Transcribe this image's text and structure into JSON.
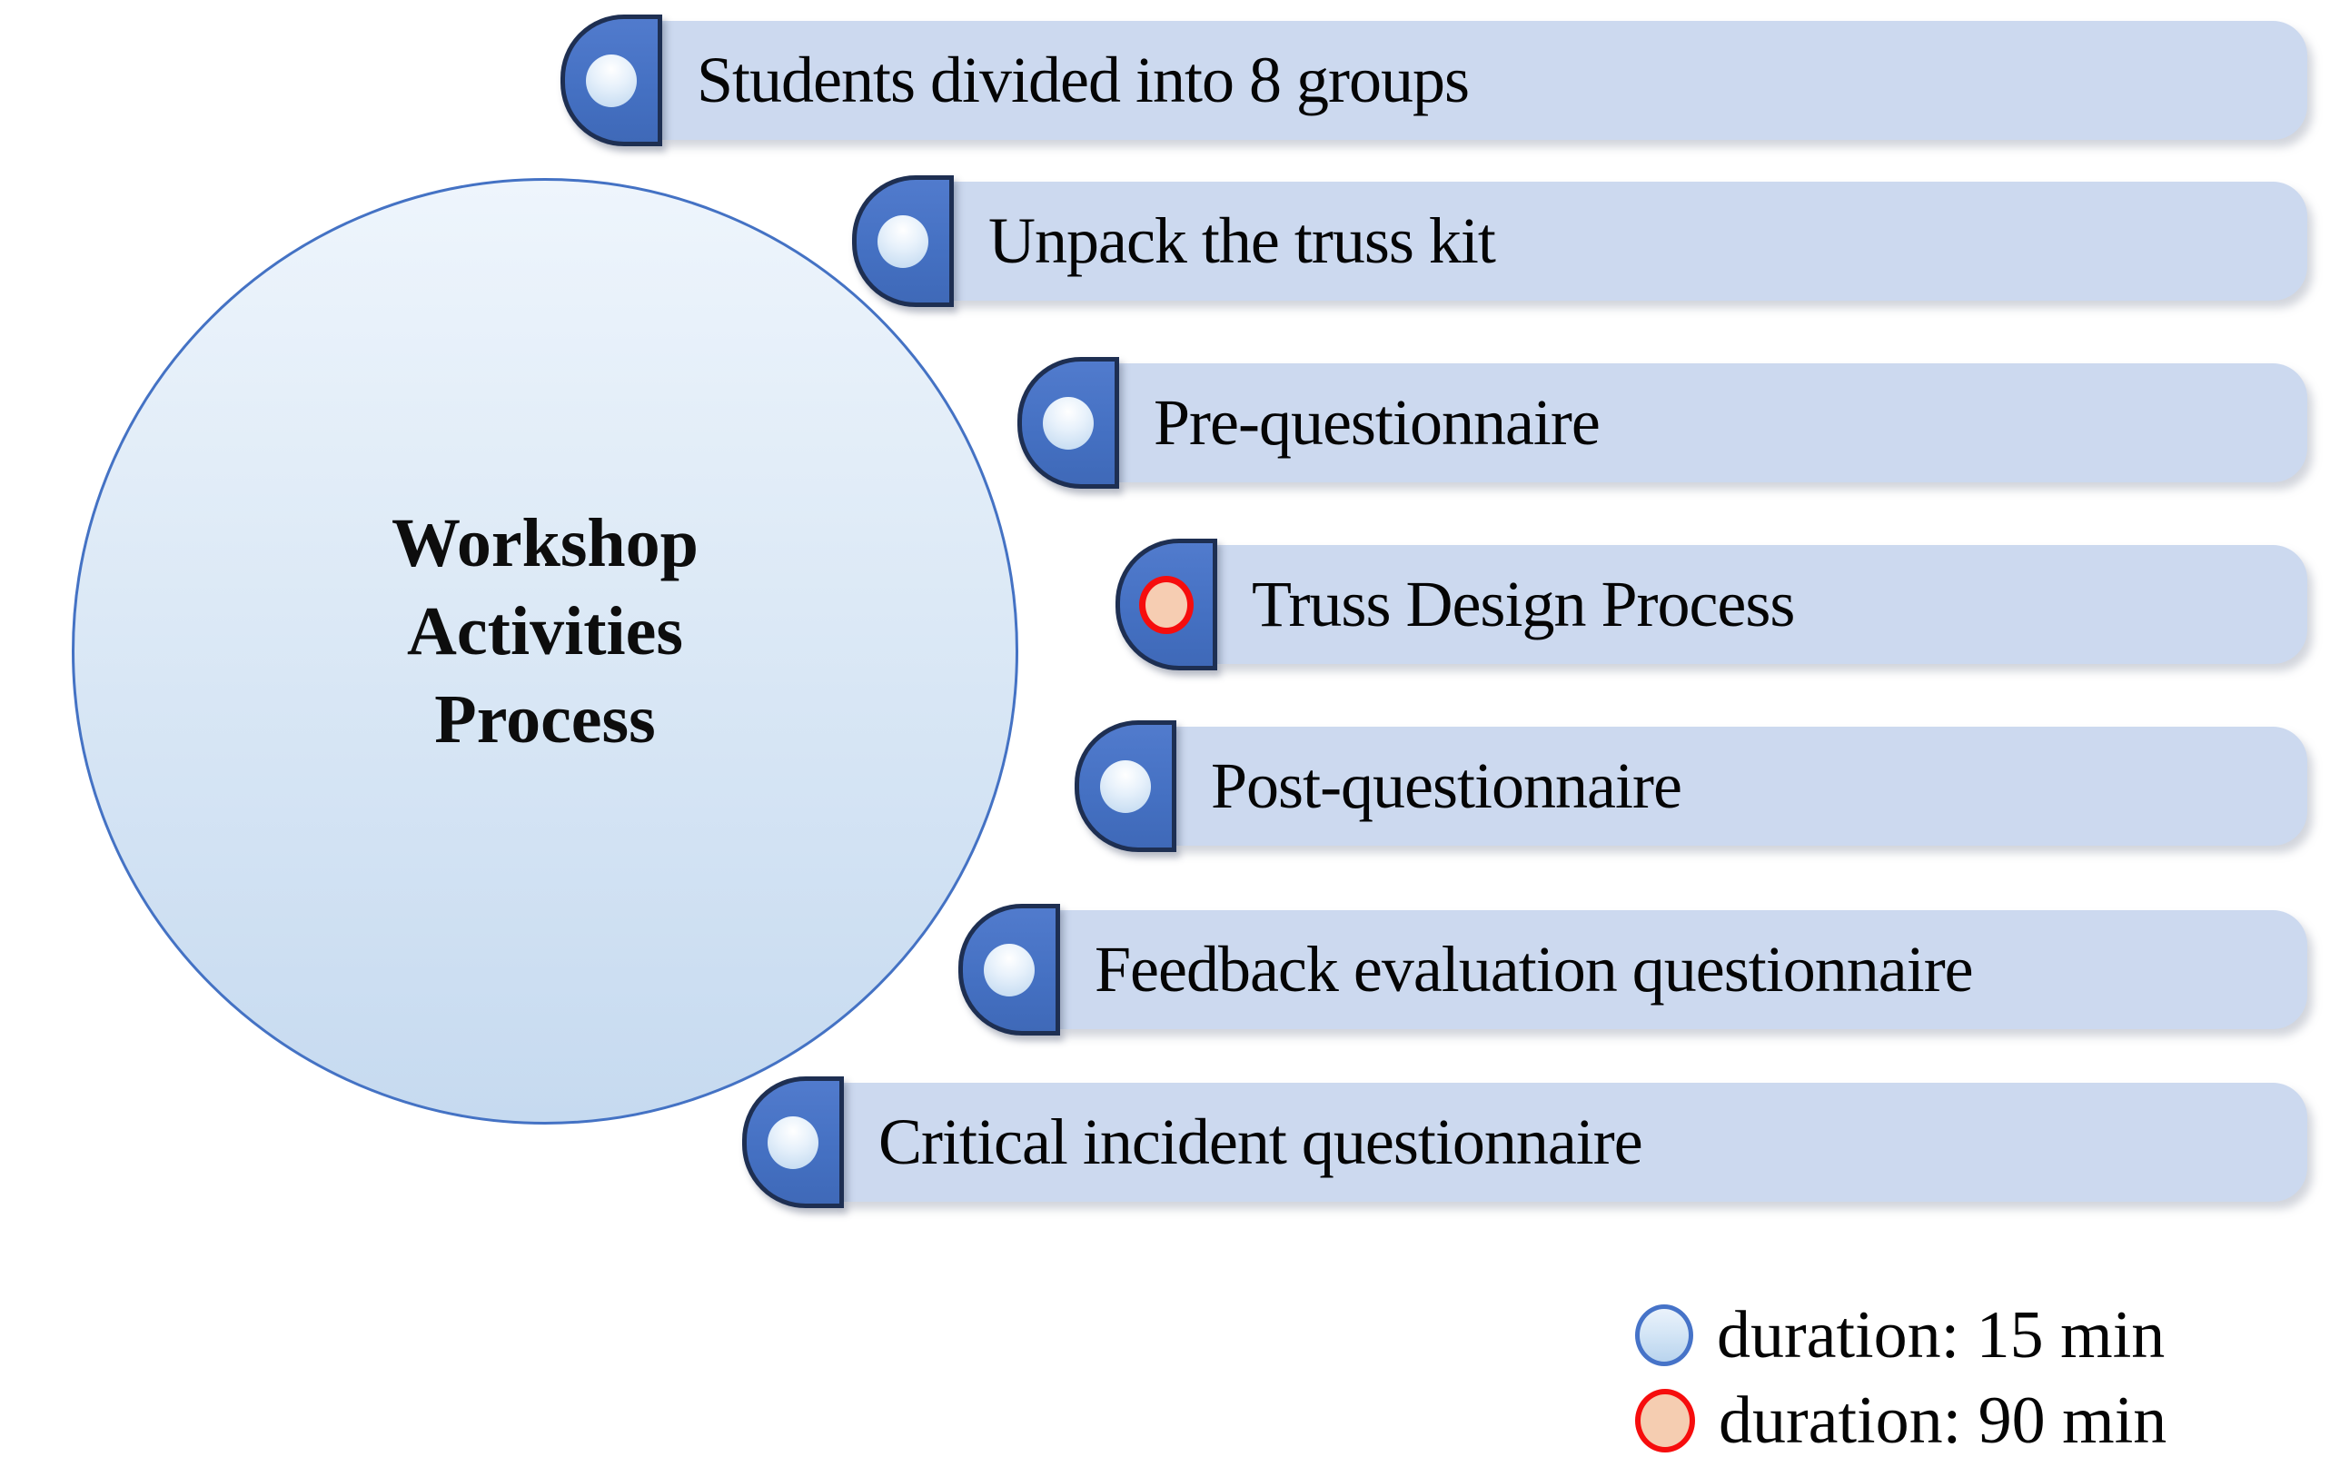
{
  "title": {
    "text": "Workshop Activities Process",
    "lines": [
      "Workshop",
      "Activities",
      "Process"
    ]
  },
  "activities": [
    {
      "label": "Students divided into 8 groups",
      "marker": "blue",
      "duration": "15 min"
    },
    {
      "label": "Unpack the truss kit",
      "marker": "blue",
      "duration": "15 min"
    },
    {
      "label": "Pre-questionnaire",
      "marker": "blue",
      "duration": "15 min"
    },
    {
      "label": "Truss Design Process",
      "marker": "red",
      "duration": "90 min"
    },
    {
      "label": "Post-questionnaire",
      "marker": "blue",
      "duration": "15 min"
    },
    {
      "label": "Feedback evaluation questionnaire",
      "marker": "blue",
      "duration": "15 min"
    },
    {
      "label": "Critical incident questionnaire",
      "marker": "blue",
      "duration": "15 min"
    }
  ],
  "legend": [
    {
      "marker": "blue",
      "label": "duration: 15 min"
    },
    {
      "marker": "red",
      "label": "duration: 90 min"
    }
  ],
  "colors": {
    "tab_blue": "#4672c4",
    "tab_border_navy": "#1e2f52",
    "bar_fill": "#ccd9ef",
    "big_circle_border": "#4472c4",
    "blue_marker_fill": "#cfe2f4",
    "red_marker_border": "#f60d0d",
    "red_marker_fill": "#f5cdb1",
    "text": "#050505"
  }
}
